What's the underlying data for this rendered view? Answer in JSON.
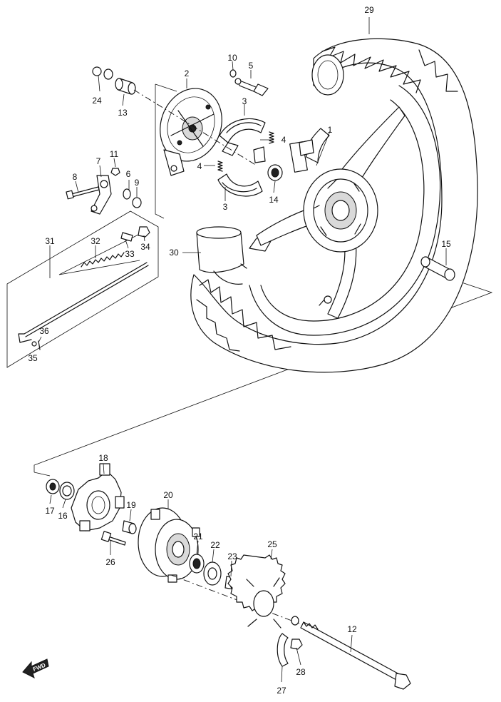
{
  "diagram": {
    "fwd_label": "FWD",
    "callouts": [
      "1",
      "2",
      "3",
      "4",
      "5",
      "6",
      "7",
      "8",
      "9",
      "10",
      "11",
      "12",
      "13",
      "14",
      "15",
      "16",
      "17",
      "18",
      "19",
      "20",
      "21",
      "22",
      "23",
      "24",
      "25",
      "26",
      "27",
      "28",
      "29",
      "30",
      "31",
      "32",
      "33",
      "34",
      "35",
      "36"
    ],
    "extra_callouts": {
      "shoe_lower": "3",
      "spring_left": "4"
    }
  }
}
